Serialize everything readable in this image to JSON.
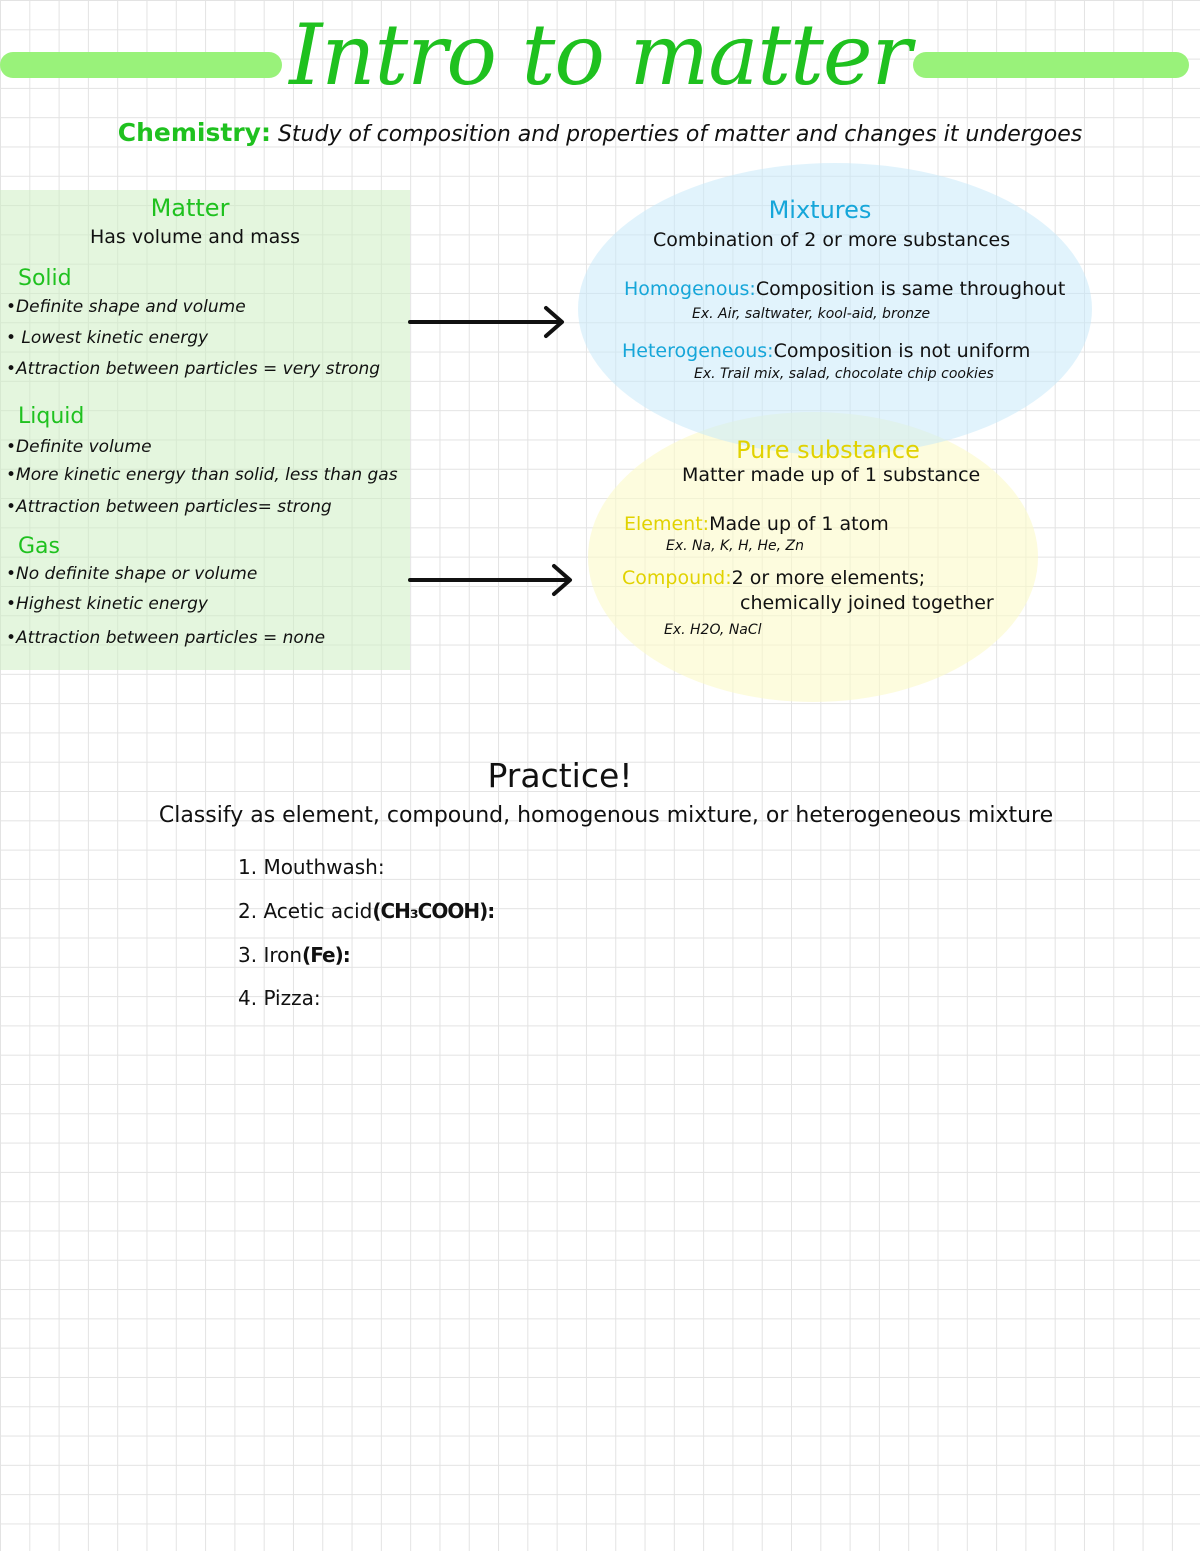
{
  "colors": {
    "green_title": "#1fc11f",
    "green_bar": "#99f27a",
    "green_box": "#e7f8e2",
    "blue": "#16a6d9",
    "blue_fill": "#e3f4fc",
    "yellow": "#e1d200",
    "yellow_fill": "#fdfce0"
  },
  "title": "Intro to matter",
  "definition": {
    "term": "Chemistry:",
    "text": "Study of composition and properties of matter and changes it undergoes"
  },
  "matter": {
    "heading": "Matter",
    "subheading": "Has volume and mass",
    "states": [
      {
        "name": "Solid",
        "bullets": [
          "•Definite shape and volume",
          "• Lowest kinetic energy",
          "•Attraction between particles = very strong"
        ]
      },
      {
        "name": "Liquid",
        "bullets": [
          "•Definite volume",
          "•More kinetic energy than solid, less than gas",
          "•Attraction between particles= strong"
        ]
      },
      {
        "name": "Gas",
        "bullets": [
          "•No definite shape or volume",
          "•Highest kinetic energy",
          "•Attraction between particles = none"
        ]
      }
    ]
  },
  "mixtures": {
    "heading": "Mixtures",
    "subheading": "Combination of 2 or more substances",
    "homogenous": {
      "term": "Homogenous:",
      "text": "Composition is same throughout",
      "example": "Ex. Air, saltwater, kool-aid, bronze"
    },
    "heterogeneous": {
      "term": "Heterogeneous:",
      "text": "Composition is not uniform",
      "example": "Ex. Trail mix, salad, chocolate chip cookies"
    }
  },
  "pure_substance": {
    "heading": "Pure substance",
    "subheading": "Matter made up of 1 substance",
    "element": {
      "term": "Element:",
      "text": "Made up of 1 atom",
      "example": "Ex. Na, K, H, He, Zn"
    },
    "compound": {
      "term": "Compound:",
      "text_line1": "2 or more elements;",
      "text_line2": "chemically joined together",
      "example": "Ex. H2O, NaCl"
    }
  },
  "practice": {
    "title": "Practice!",
    "instructions": "Classify as element, compound, homogenous mixture, or heterogeneous mixture",
    "questions": [
      {
        "label": "1.   Mouthwash:",
        "scribble": ""
      },
      {
        "label": "2. Acetic acid",
        "scribble": "(CH₃COOH):"
      },
      {
        "label": "3. Iron",
        "scribble": "(Fe):"
      },
      {
        "label": "4. Pizza:",
        "scribble": ""
      }
    ]
  }
}
